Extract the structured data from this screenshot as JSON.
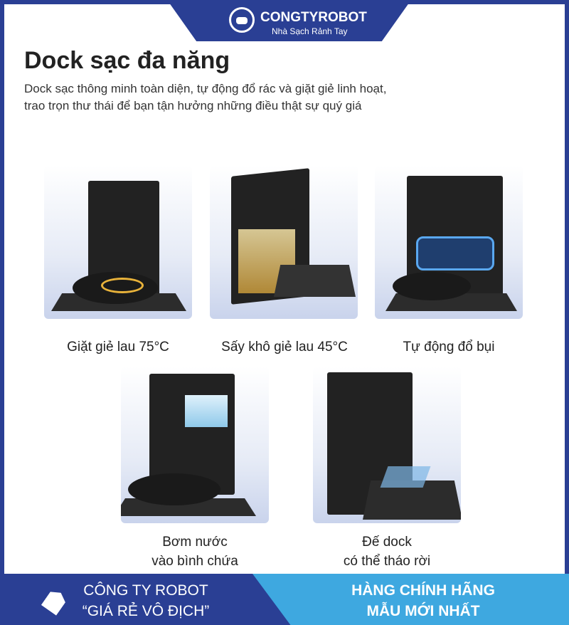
{
  "brand": {
    "name": "CONGTYROBOT",
    "tagline": "Nhà Sạch Rảnh Tay"
  },
  "title": "Dock sạc đa năng",
  "subtitle": [
    "Dock sạc thông minh toàn diện, tự động đổ rác và giặt giẻ linh hoạt,",
    "trao trọn thư thái để bạn tận hưởng những điều thật sự quý giá"
  ],
  "features": [
    {
      "label": "Giặt giẻ lau 75°C"
    },
    {
      "label": "Sấy khô giẻ lau 45°C"
    },
    {
      "label": "Tự động đổ bụi"
    },
    {
      "label1": "Bơm nước",
      "label2": "vào bình chứa"
    },
    {
      "label1": "Đế dock",
      "label2": "có thể tháo rời"
    }
  ],
  "footer": {
    "left1": "CÔNG TY ROBOT",
    "left2": "“GIÁ RẺ VÔ ĐỊCH”",
    "right1": "HÀNG CHÍNH HÃNG",
    "right2": "MẪU MỚI NHẤT"
  },
  "colors": {
    "navy": "#2a3f94",
    "sky": "#3ea8e0"
  }
}
